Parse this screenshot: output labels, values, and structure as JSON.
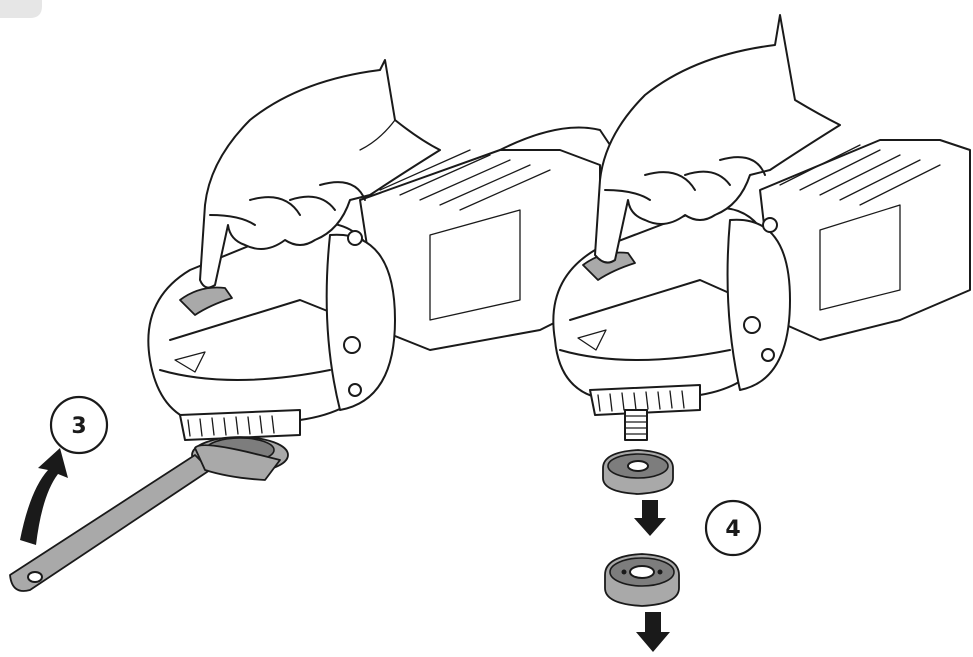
{
  "steps": {
    "step3": {
      "number": "3"
    },
    "step4": {
      "number": "4"
    }
  },
  "colors": {
    "outline": "#1a1a1a",
    "metal_grey": "#a9a9a9",
    "dark_grey": "#7d7d7d",
    "background": "#ffffff"
  },
  "icons": [
    "hand",
    "angle-grinder",
    "spindle-lock-button",
    "pin-spanner",
    "curved-arrow-icon",
    "down-arrow-icon",
    "flange-nut",
    "inner-flange"
  ]
}
